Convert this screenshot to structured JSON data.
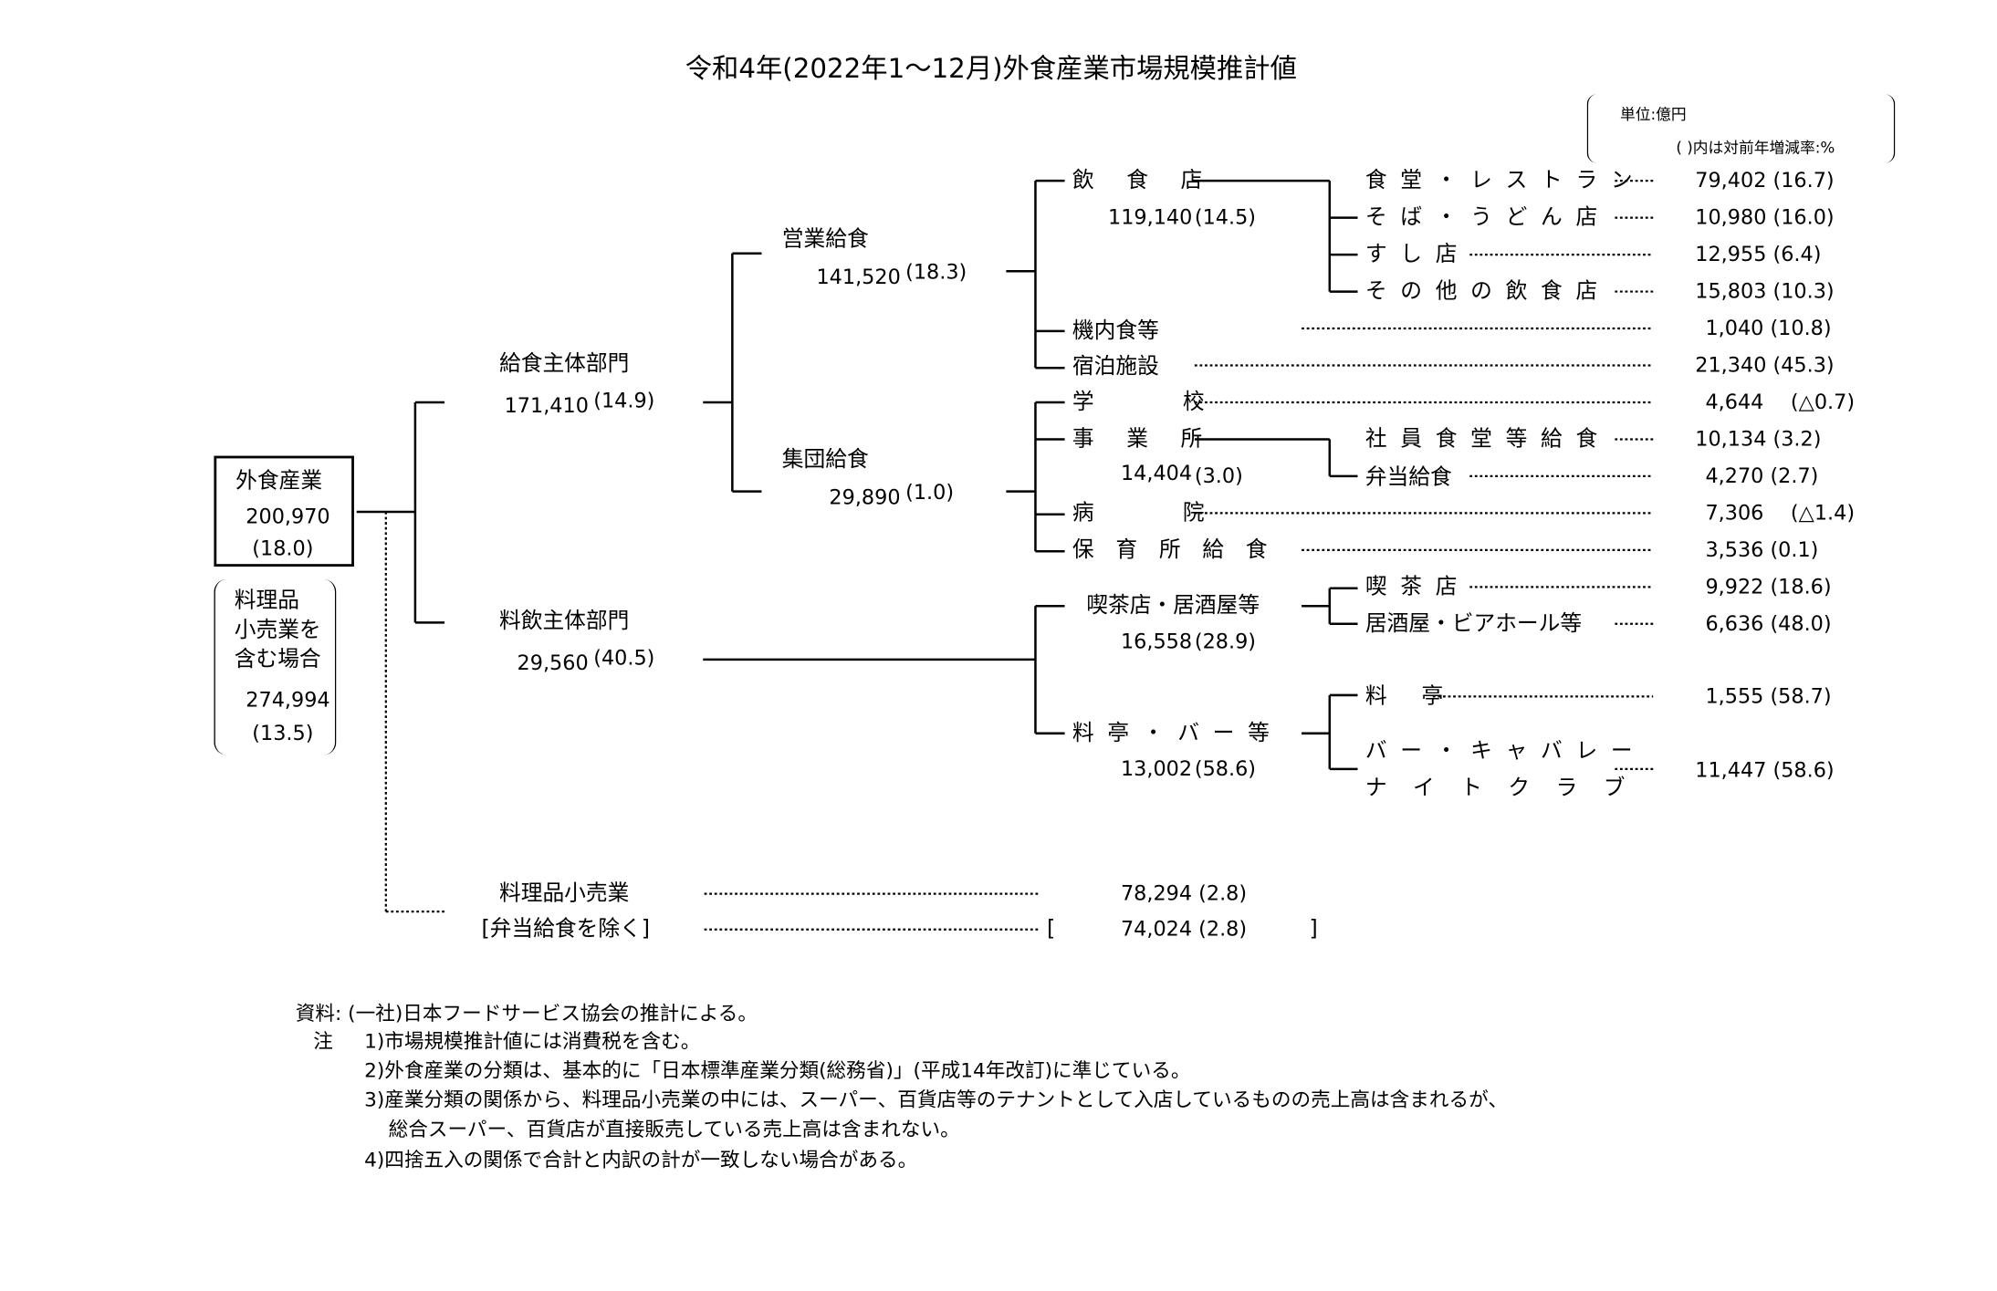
{
  "title": "令和4年(2022年1〜12月)外食産業市場規模推計値",
  "unit": {
    "line1": "単位:億円",
    "line2": "( )内は対前年増減率:%"
  },
  "root": {
    "label": "外食産業",
    "value": "200,970",
    "rate": "(18.0)"
  },
  "retail_incl": {
    "line1": "料理品",
    "line2": "小売業を",
    "line3": "含む場合",
    "value": "274,994",
    "rate": "(13.5)"
  },
  "level1": {
    "meal": {
      "label": "給食主体部門",
      "value": "171,410",
      "rate": "(14.9)"
    },
    "drink": {
      "label": "料飲主体部門",
      "value": "29,560",
      "rate": "(40.5)"
    }
  },
  "level2": {
    "commercial": {
      "label": "営業給食",
      "value": "141,520",
      "rate": "(18.3)"
    },
    "group": {
      "label": "集団給食",
      "value": "29,890",
      "rate": "(1.0)"
    }
  },
  "level3": {
    "restaurants": {
      "label": "飲食店",
      "value": "119,140",
      "rate": "(14.5)"
    },
    "inflight": {
      "label": "機内食等"
    },
    "lodging": {
      "label": "宿泊施設"
    },
    "school": {
      "label": "学校"
    },
    "office": {
      "label": "事業所",
      "value": "14,404",
      "rate": "(3.0)"
    },
    "hospital": {
      "label": "病院"
    },
    "nursery": {
      "label": "保育所給食"
    },
    "cafe_izakaya": {
      "label": "喫茶店・居酒屋等",
      "value": "16,558",
      "rate": "(28.9)"
    },
    "ryotei_bar": {
      "label": "料亭・バー等",
      "value": "13,002",
      "rate": "(58.6)"
    }
  },
  "level4": {
    "shokudo": {
      "label": "食堂・レストラン"
    },
    "soba": {
      "label": "そば・うどん店"
    },
    "sushi": {
      "label": "すし店"
    },
    "other_rest": {
      "label": "その他の飲食店"
    },
    "cafeteria": {
      "label": "社員食堂等給食"
    },
    "bento": {
      "label": "弁当給食"
    },
    "kissa": {
      "label": "喫茶店"
    },
    "izakaya": {
      "label": "居酒屋・ビアホール等"
    },
    "ryotei": {
      "label": "料亭"
    },
    "bar_line1": "バー・キャバレー",
    "bar_line2": "ナイトクラブ"
  },
  "values": {
    "shokudo": "79,402 (16.7)",
    "soba": "10,980 (16.0)",
    "sushi": "12,955 (6.4)",
    "other_rest": "15,803 (10.3)",
    "inflight": "1,040 (10.8)",
    "lodging": "21,340 (45.3)",
    "school_value": "4,644",
    "school_rate": "(△0.7)",
    "cafeteria": "10,134 (3.2)",
    "bento": "4,270 (2.7)",
    "hospital_value": "7,306",
    "hospital_rate": "(△1.4)",
    "nursery": "3,536 (0.1)",
    "kissa": "9,922 (18.6)",
    "izakaya": "6,636 (48.0)",
    "ryotei": "1,555 (58.7)",
    "bar": "11,447 (58.6)"
  },
  "retail": {
    "label": "料理品小売業",
    "value": "78,294 (2.8)",
    "excl_label": "[弁当給食を除く]",
    "excl_open": "[",
    "excl_value": "74,024 (2.8)",
    "excl_close": "]"
  },
  "notes": {
    "source": "資料: (一社)日本フードサービス協会の推計による。",
    "note_label": "注",
    "n1": "1)市場規模推計値には消費税を含む。",
    "n2": "2)外食産業の分類は、基本的に「日本標準産業分類(総務省)」(平成14年改訂)に準じている。",
    "n3": "3)産業分類の関係から、料理品小売業の中には、スーパー、百貨店等のテナントとして入店しているものの売上高は含まれるが、",
    "n3b": "総合スーパー、百貨店が直接販売している売上高は含まれない。",
    "n4": "4)四捨五入の関係で合計と内訳の計が一致しない場合がある。"
  }
}
